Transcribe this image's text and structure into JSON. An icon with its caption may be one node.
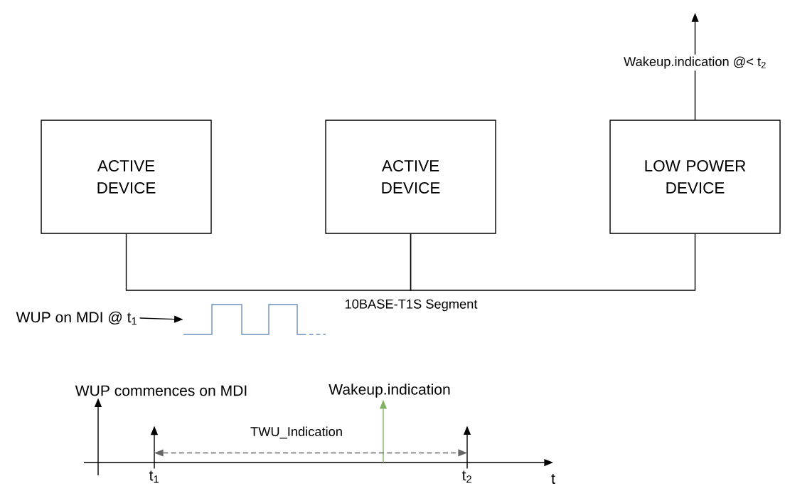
{
  "diagram": {
    "nodes": [
      {
        "text": [
          "ACTIVE DEVICE"
        ]
      },
      {
        "text": [
          "ACTIVE DEVICE"
        ]
      },
      {
        "text": [
          "LOW POWER DEVICE"
        ]
      },
      {
        "text": [
          "WUP on MDI @ t$_{1}$"
        ]
      },
      {
        "text": [],
        "shape": "picture"
      },
      {
        "text": [
          "WUP commences on MDI"
        ]
      },
      {
        "text": [
          "Wakeup.indication"
        ]
      },
      {
        "text": [
          "t$_{1}$"
        ]
      },
      {
        "text": [
          "t$_{2}$"
        ]
      }
    ],
    "edges": [
      {
        "from": 0,
        "to": 1,
        "arrow": "none"
      },
      {
        "from": 1,
        "to": 2,
        "arrow": "none"
      },
      {
        "from": 2,
        "to": null,
        "arrow": "to",
        "label": "Wakeup.indication @< t$_{2}$"
      },
      {
        "from": 3,
        "to": 4,
        "arrow": "to"
      },
      {
        "from": null,
        "to": 5,
        "arrow": "to"
      },
      {
        "from": null,
        "to": 6,
        "arrow": "to",
        "color": "#82b366"
      },
      {
        "from": 7,
        "to": null,
        "arrow": "to"
      },
      {
        "from": 8,
        "to": null,
        "arrow": "to"
      },
      {
        "from": 7,
        "to": 8,
        "arrow": "both",
        "style": "dashed",
        "color": "#666666",
        "label": "TWU_Indication"
      }
    ],
    "labels": [
      "10BASE-T1S Segment",
      "t"
    ]
  }
}
